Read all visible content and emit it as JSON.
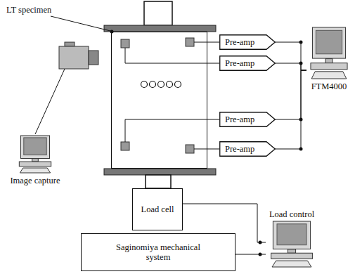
{
  "diagram": {
    "nodes": [
      {
        "text": [
          "LT specimen"
        ]
      },
      {
        "text": [
          "Pre-amp"
        ]
      },
      {
        "text": [
          "Pre-amp"
        ]
      },
      {
        "text": [
          "Pre-amp"
        ]
      },
      {
        "text": [
          "Pre-amp"
        ]
      },
      {
        "text": [
          "FTM4000"
        ]
      },
      {
        "text": [
          "Image capture"
        ]
      },
      {
        "text": [
          "Load cell"
        ]
      },
      {
        "text": [
          "Load control"
        ]
      },
      {
        "text": [
          "Saginomiya mechanical system"
        ]
      }
    ],
    "edges": [
      {
        "from": 0,
        "to": 1,
        "arrow": "none"
      },
      {
        "from": 0,
        "to": 2,
        "arrow": "none"
      },
      {
        "from": 0,
        "to": 3,
        "arrow": "none"
      },
      {
        "from": 0,
        "to": 4,
        "arrow": "none"
      },
      {
        "from": 1,
        "to": 5,
        "arrow": "none"
      },
      {
        "from": 2,
        "to": 5,
        "arrow": "none"
      },
      {
        "from": 3,
        "to": 5,
        "arrow": "none"
      },
      {
        "from": 4,
        "to": 5,
        "arrow": "none"
      },
      {
        "from": 7,
        "to": 8,
        "arrow": "none"
      },
      {
        "from": 9,
        "to": 8,
        "arrow": "none"
      }
    ]
  }
}
